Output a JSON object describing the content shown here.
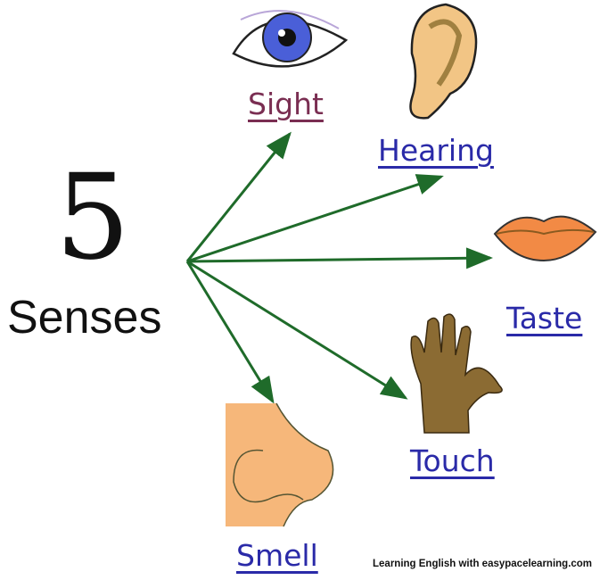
{
  "title": {
    "number": "5",
    "word": "Senses"
  },
  "senses": [
    {
      "label": "Sight",
      "icon": "eye-icon"
    },
    {
      "label": "Hearing",
      "icon": "ear-icon"
    },
    {
      "label": "Taste",
      "icon": "lips-icon"
    },
    {
      "label": "Touch",
      "icon": "hand-icon"
    },
    {
      "label": "Smell",
      "icon": "nose-icon"
    }
  ],
  "credit": "Learning English with easypacelearning.com",
  "colors": {
    "arrow": "#1f6b2a",
    "link": "#2a2aa8",
    "sight": "#7a2e52"
  }
}
